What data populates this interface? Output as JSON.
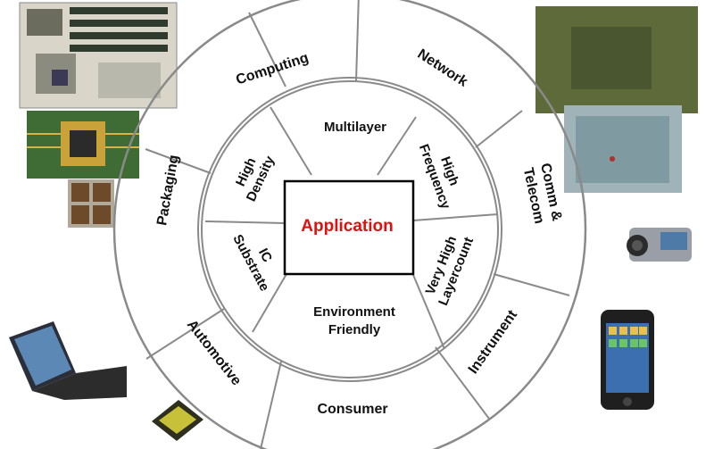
{
  "center": {
    "label": "Application"
  },
  "inner_ring": {
    "multilayer": "Multilayer",
    "high_frequency": [
      "High",
      "Frequency"
    ],
    "very_high_layercount": [
      "Very High",
      "Layercount"
    ],
    "environment_friendly": [
      "Environment",
      "Friendly"
    ],
    "ic_substrate": [
      "IC",
      "Substrate"
    ],
    "high_density": [
      "High",
      "Density"
    ]
  },
  "outer_ring": {
    "computing": "Computing",
    "network": "Network",
    "comm_telecom": [
      "Comm &",
      "Telecom"
    ],
    "instrument": "Instrument",
    "consumer": "Consumer",
    "automotive": "Automotive",
    "packaging": "Packaging"
  },
  "colors": {
    "center_text": "#e01010",
    "ring_stroke": "#8a8a8a",
    "center_box_stroke": "#000000",
    "label_text": "#111111"
  },
  "photos": [
    {
      "name": "motherboard-photo"
    },
    {
      "name": "qfp-chip-board-photo"
    },
    {
      "name": "bga-packages-photo"
    },
    {
      "name": "pcb-closeup-photo"
    },
    {
      "name": "camcorder-photo"
    },
    {
      "name": "laptop-photo"
    },
    {
      "name": "automotive-chip-photo"
    },
    {
      "name": "smartphone-photo"
    }
  ]
}
